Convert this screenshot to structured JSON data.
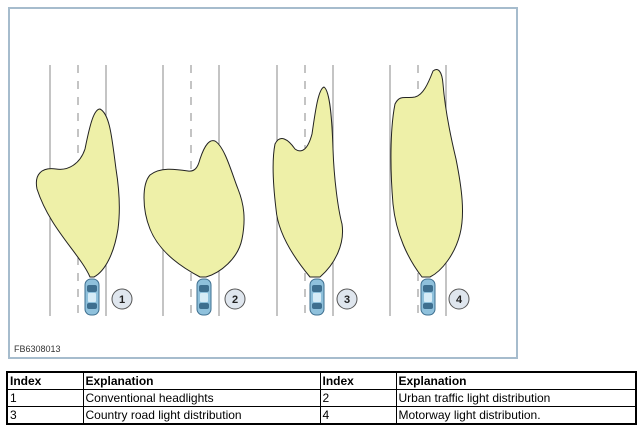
{
  "figure": {
    "code": "FB6308013",
    "panels": [
      {
        "index_label": "1",
        "description": "Conventional headlights"
      },
      {
        "index_label": "2",
        "description": "Urban traffic light distribution"
      },
      {
        "index_label": "3",
        "description": "Country road light distribution"
      },
      {
        "index_label": "4",
        "description": "Motorway light distribution."
      }
    ],
    "colors": {
      "beam_fill": "#eef0a8",
      "beam_stroke": "#222222",
      "road_line": "#8a8a8a",
      "frame": "#a6bccd",
      "car_body": "#8fc1dc",
      "badge_fill": "#dfe6ee"
    }
  },
  "legend_table": {
    "headers": [
      "Index",
      "Explanation",
      "Index",
      "Explanation"
    ],
    "rows": [
      [
        "1",
        "Conventional headlights",
        "2",
        "Urban traffic light distribution"
      ],
      [
        "3",
        "Country road light distribution",
        "4",
        "Motorway light distribution."
      ]
    ]
  }
}
